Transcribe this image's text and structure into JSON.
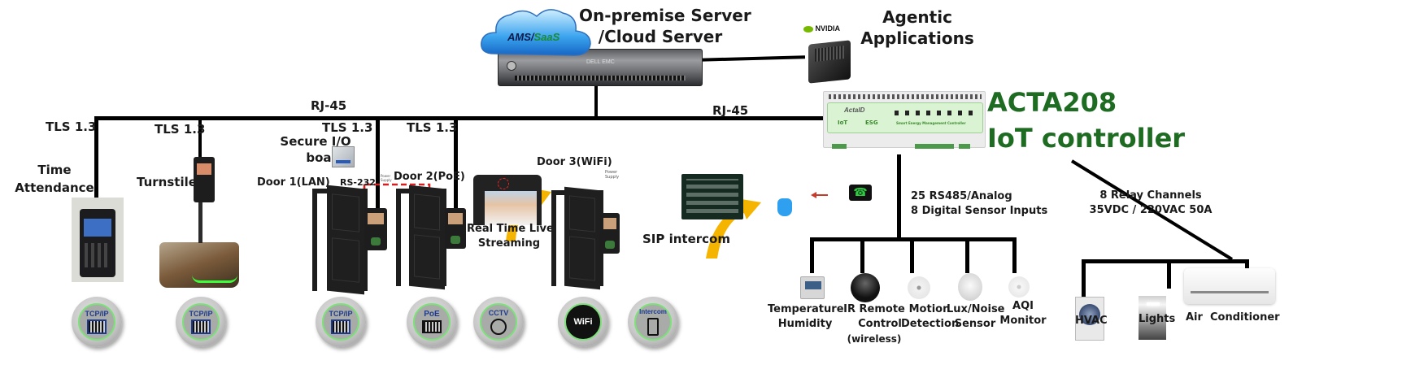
{
  "server": {
    "cloud_label_prefix": "AMS/",
    "cloud_label_suffix": "SaaS",
    "title_line1": "On-premise Server",
    "title_line2": "/Cloud Server",
    "brand": "DELL EMC"
  },
  "agentic": {
    "vendor": "NVIDIA",
    "title_line1": "Agentic",
    "title_line2": "Applications"
  },
  "controller": {
    "name_line1": "ACTA208",
    "name_line2": "IoT controller",
    "panel_brand": "ActaID",
    "panel_subtitle": "Smart Energy Management Controller",
    "panel_tags": [
      "IoT",
      "ESG"
    ]
  },
  "network": {
    "left_bus_label": "RJ-45",
    "right_bus_label": "RJ-45",
    "tls_labels": [
      "TLS 1.3",
      "TLS 1.3",
      "TLS 1.3",
      "TLS 1.3"
    ]
  },
  "access_devices": [
    {
      "name_line1": "Time",
      "name_line2": "Attendance",
      "badge": "TCP/IP",
      "badge_icon": "ethernet-port-icon"
    },
    {
      "name_line1": "Turnstile",
      "badge": "TCP/IP",
      "badge_icon": "ethernet-port-icon"
    },
    {
      "name_line1": "Door 1(LAN)",
      "badge": "TCP/IP",
      "badge_icon": "ethernet-port-icon"
    },
    {
      "name_line1": "Door 2(PoE)",
      "badge": "PoE",
      "badge_icon": "poe-port-icon"
    },
    {
      "name_line1": "Door 3(WiFi)",
      "badge": "WiFi",
      "badge_icon": "wifi-icon"
    }
  ],
  "secure_io": {
    "label_line1": "Secure I/O",
    "label_line2": "board",
    "link_label": "RS-232",
    "power_label": "Power Supply"
  },
  "streaming": {
    "label_line1": "Real Time Live",
    "label_line2": "Streaming",
    "badge": "CCTV"
  },
  "sip": {
    "label": "SIP intercom",
    "badge": "Intercom"
  },
  "sensor_bus": {
    "label_line1": "25  RS485/Analog",
    "label_line2": "8 Digital Sensor Inputs",
    "sensors": [
      {
        "line1": "Temperature",
        "line2": "Humidity"
      },
      {
        "line1": "IR Remote",
        "line2": "Control",
        "line3": "(wireless)"
      },
      {
        "line1": "Motion",
        "line2": "Detection"
      },
      {
        "line1": "Lux/Noise",
        "line2": "Sensor"
      },
      {
        "line1": "AQI",
        "line2": "Monitor"
      }
    ]
  },
  "relay_bus": {
    "label_line1": "8 Relay Channels",
    "label_line2": "35VDC / 220VAC 50A",
    "loads": [
      {
        "label": "HVAC"
      },
      {
        "label": "Lights"
      },
      {
        "label": "Air  Conditioner"
      }
    ]
  },
  "colors": {
    "brand_green": "#1e6b22",
    "arrow_yellow": "#f5b400",
    "dashed_red": "#d42020",
    "badge_ring": "#7ee07a",
    "badge_text": "#1d3a8f"
  }
}
